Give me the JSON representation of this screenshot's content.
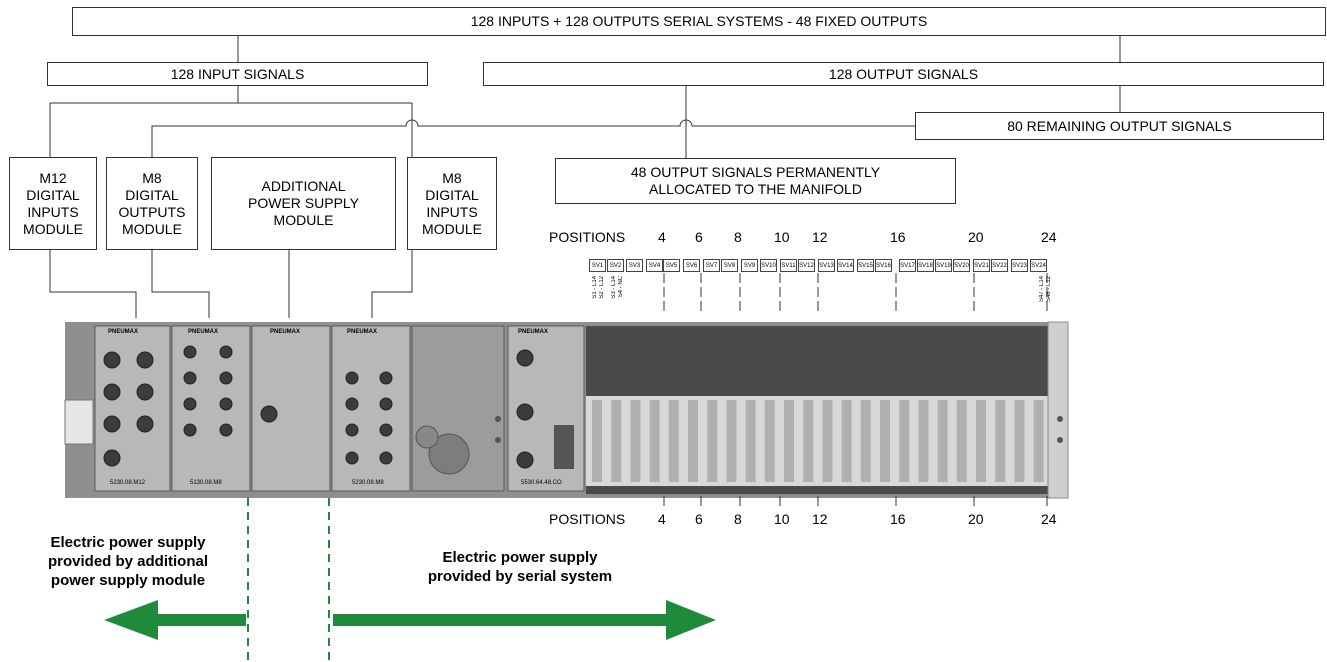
{
  "top": {
    "title": "128 INPUTS + 128 OUTPUTS SERIAL SYSTEMS - 48 FIXED OUTPUTS",
    "input_signals": "128 INPUT SIGNALS",
    "output_signals": "128 OUTPUT SIGNALS",
    "remaining": "80 REMAINING OUTPUT SIGNALS",
    "fixed": "48 OUTPUT SIGNALS PERMANENTLY\nALLOCATED TO THE MANIFOLD"
  },
  "modules": [
    "M12\nDIGITAL\nINPUTS\nMODULE",
    "M8\nDIGITAL\nOUTPUTS\nMODULE",
    "ADDITIONAL\nPOWER SUPPLY\nMODULE",
    "M8\nDIGITAL\nINPUTS\nMODULE"
  ],
  "positions_label": "POSITIONS",
  "positions": [
    "4",
    "6",
    "8",
    "10",
    "12",
    "16",
    "20",
    "24"
  ],
  "solenoids": [
    "SV1",
    "SV2",
    "SV3",
    "SV4",
    "SV5",
    "SV6",
    "SV7",
    "SV8",
    "SV9",
    "SV10",
    "SV11",
    "SV12",
    "SV13",
    "SV14",
    "SV15",
    "SV16",
    "SV17",
    "SV18",
    "SV19",
    "SV20",
    "SV21",
    "SV22",
    "SV23",
    "SV24"
  ],
  "signal_tags": [
    "S1 - L14",
    "S2 - L12",
    "S3 - L14",
    "S4 - NC",
    "S47 - L14",
    "S48 - L12"
  ],
  "hardware": {
    "brand": "PNEUMAX",
    "codes": [
      "5230.08.M12",
      "5130.08.M8",
      "5230.08.M8",
      "5530.64.48.CO"
    ]
  },
  "left_caption": "Electric power supply\nprovided by additional\npower supply module",
  "right_caption": "Electric power supply\nprovided by serial system",
  "colors": {
    "arrow": "#1f8a3a",
    "line": "#333333",
    "dash": "#1f8a3a"
  }
}
